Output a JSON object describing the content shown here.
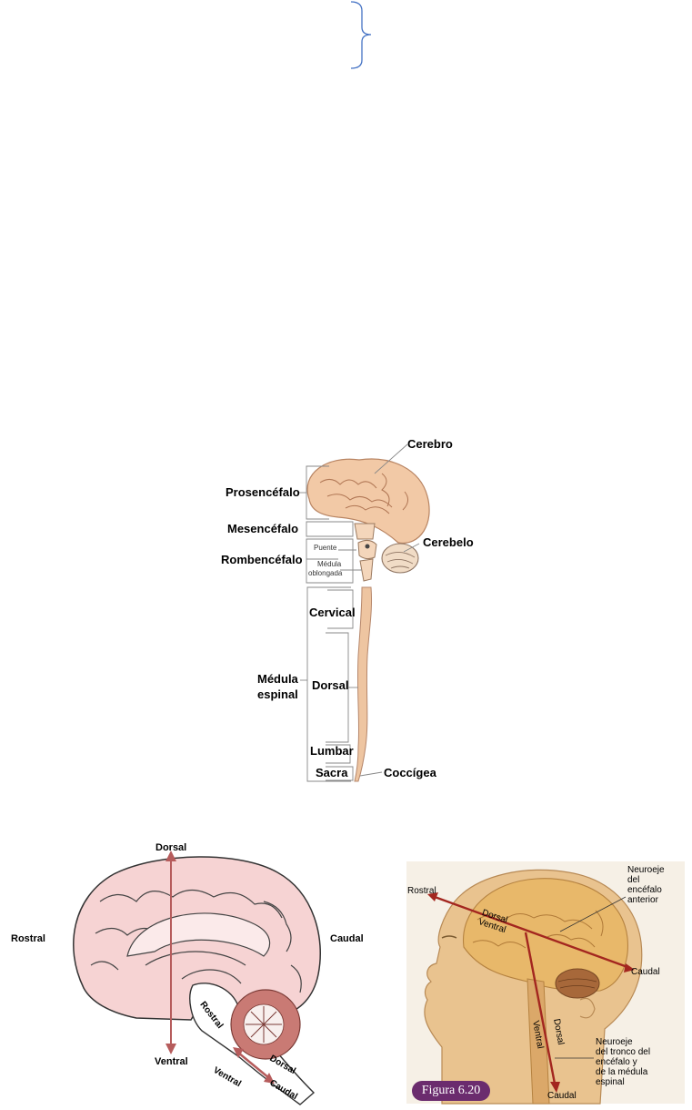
{
  "top_bracket": {
    "visible": true,
    "color": "#4472c4"
  },
  "figure1": {
    "labels": {
      "cerebro": "Cerebro",
      "prosencefalo": "Prosencéfalo",
      "mesencefalo": "Mesencéfalo",
      "rombencefalo": "Rombencéfalo",
      "cerebelo": "Cerebelo",
      "puente": "Puente",
      "medula_oblongada_1": "Médula",
      "medula_oblongada_2": "oblongada",
      "cervical": "Cervical",
      "medula_espinal_1": "Médula",
      "medula_espinal_2": "espinal",
      "dorsal": "Dorsal",
      "lumbar": "Lumbar",
      "sacra": "Sacra",
      "coccigea": "Coccígea"
    }
  },
  "figure2": {
    "labels": {
      "dorsal_top": "Dorsal",
      "rostral_left": "Rostral",
      "caudal_right": "Caudal",
      "ventral_bottom": "Ventral",
      "rostral_stem": "Rostral",
      "dorsal_stem": "Dorsal",
      "caudal_stem": "Caudal",
      "ventral_stem": "Ventral"
    },
    "colors": {
      "brain": "#f6d3d3",
      "arrow": "#b65c5c",
      "cerebellum": "#c97a74"
    }
  },
  "figure3": {
    "labels": {
      "rostral": "Rostral",
      "dorsal": "Dorsal",
      "ventral": "Ventral",
      "neuroeje_anterior_1": "Neuroeje",
      "neuroeje_anterior_2": "del",
      "neuroeje_anterior_3": "encéfalo",
      "neuroeje_anterior_4": "anterior",
      "caudal_right": "Caudal",
      "ventral_stem": "Ventral",
      "dorsal_stem": "Dorsal",
      "neuroeje_tronco_1": "Neuroeje",
      "neuroeje_tronco_2": "del tronco del",
      "neuroeje_tronco_3": "encéfalo y",
      "neuroeje_tronco_4": "de la médula",
      "neuroeje_tronco_5": "espinal",
      "caudal_bottom": "Caudal",
      "figure_tag": "Figura 6.20"
    },
    "colors": {
      "axis": "#a3261f",
      "skin": "#e9c38f",
      "brain": "#e8b86a",
      "tag": "#6b2c6e"
    }
  }
}
